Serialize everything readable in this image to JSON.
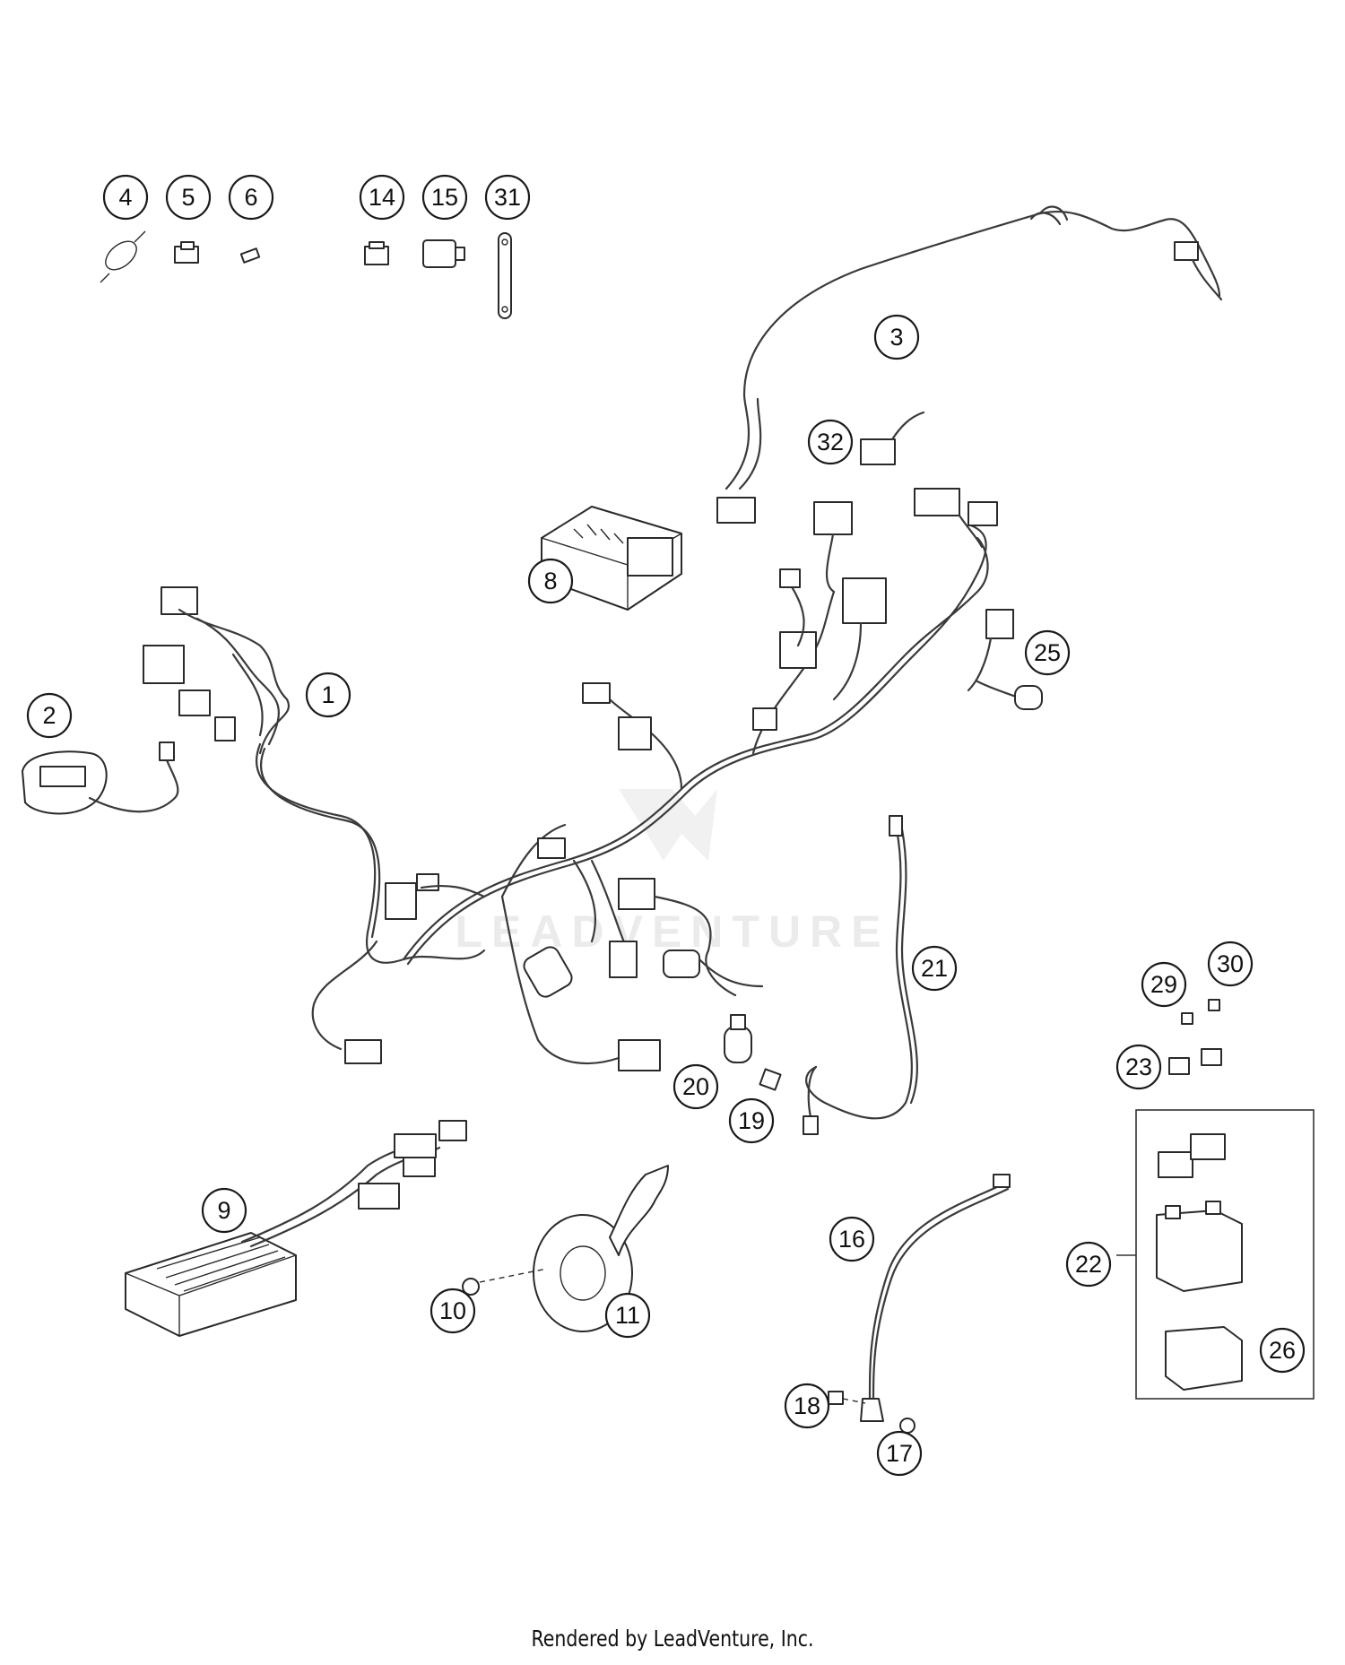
{
  "callouts": [
    "1",
    "2",
    "3",
    "4",
    "5",
    "6",
    "8",
    "9",
    "10",
    "11",
    "14",
    "15",
    "16",
    "17",
    "18",
    "19",
    "20",
    "21",
    "22",
    "23",
    "25",
    "26",
    "29",
    "30",
    "31",
    "32"
  ],
  "watermark": "LEADVENTURE",
  "footer": {
    "credit": "Rendered by LeadVenture, Inc."
  }
}
